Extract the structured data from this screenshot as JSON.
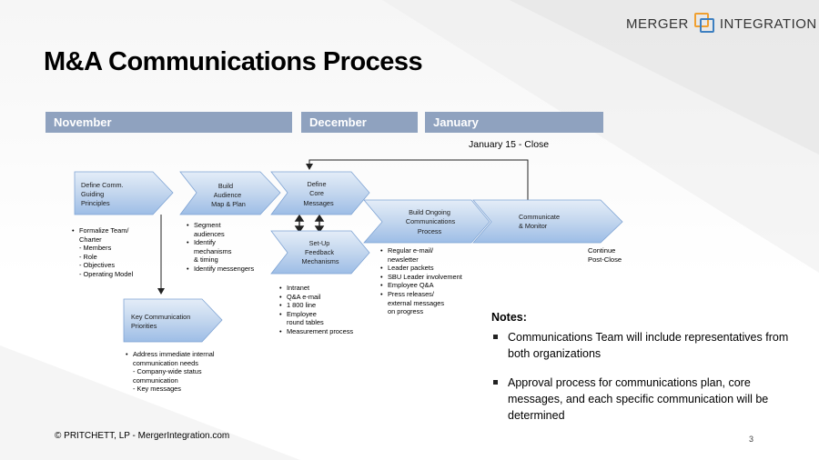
{
  "logo": {
    "left_text": "MERGER",
    "right_text": "INTEGRATION"
  },
  "title": "M&A Communications Process",
  "months": [
    "November",
    "December",
    "January"
  ],
  "close_annotation": "January 15 - Close",
  "steps": [
    {
      "lines": [
        "Define Comm.",
        "Guiding",
        "Principles"
      ]
    },
    {
      "lines": [
        "Build",
        "Audience",
        "Map & Plan"
      ]
    },
    {
      "lines": [
        "Define",
        "Core",
        "Messages"
      ]
    },
    {
      "lines": [
        "Set-Up",
        "Feedback",
        "Mechanisms"
      ]
    },
    {
      "lines": [
        "Build Ongoing",
        "Communications",
        "Process"
      ]
    },
    {
      "lines": [
        "Communicate",
        "& Monitor"
      ]
    },
    {
      "lines": [
        "Key Communication",
        "Priorities"
      ]
    }
  ],
  "lists": {
    "principles": [
      {
        "type": "b",
        "text": "Formalize Team/"
      },
      {
        "type": "s",
        "text": "Charter"
      },
      {
        "type": "s",
        "text": "- Members"
      },
      {
        "type": "s",
        "text": "- Role"
      },
      {
        "type": "s",
        "text": "- Objectives"
      },
      {
        "type": "s",
        "text": "- Operating Model"
      }
    ],
    "audience": [
      {
        "type": "b",
        "text": "Segment"
      },
      {
        "type": "s",
        "text": "audiences"
      },
      {
        "type": "b",
        "text": "Identify"
      },
      {
        "type": "s",
        "text": "mechanisms"
      },
      {
        "type": "s",
        "text": "& timing"
      },
      {
        "type": "b",
        "text": "Identify messengers"
      }
    ],
    "feedback": [
      {
        "type": "b",
        "text": "Intranet"
      },
      {
        "type": "b",
        "text": "Q&A e-mail"
      },
      {
        "type": "b",
        "text": "1 800 line"
      },
      {
        "type": "b",
        "text": "Employee"
      },
      {
        "type": "s",
        "text": "round tables"
      },
      {
        "type": "b",
        "text": "Measurement process"
      }
    ],
    "ongoing": [
      {
        "type": "b",
        "text": "Regular e-mail/"
      },
      {
        "type": "s",
        "text": "newsletter"
      },
      {
        "type": "b",
        "text": "Leader packets"
      },
      {
        "type": "b",
        "text": "SBU Leader involvement"
      },
      {
        "type": "b",
        "text": "Employee Q&A"
      },
      {
        "type": "b",
        "text": "Press releases/"
      },
      {
        "type": "s",
        "text": "external messages"
      },
      {
        "type": "s",
        "text": "on progress"
      }
    ],
    "priorities": [
      {
        "type": "b",
        "text": "Address immediate internal"
      },
      {
        "type": "s",
        "text": "communication needs"
      },
      {
        "type": "s",
        "text": "- Company-wide status"
      },
      {
        "type": "s",
        "text": "communication"
      },
      {
        "type": "s",
        "text": "- Key messages"
      }
    ]
  },
  "continue_lines": [
    "Continue",
    "Post-Close"
  ],
  "notes": {
    "title": "Notes:",
    "items": [
      "Communications Team will include representatives from both organizations",
      "Approval process for communications plan, core messages, and each specific communication will be determined"
    ]
  },
  "footer": "© PRITCHETT, LP  -  MergerIntegration.com",
  "page_number": "3",
  "colors": {
    "month_bar": "#8fa2bf",
    "chevron_light": "#dbe7f5",
    "chevron_dark": "#9dbde6",
    "chevron_stroke": "#5f8fc8"
  }
}
